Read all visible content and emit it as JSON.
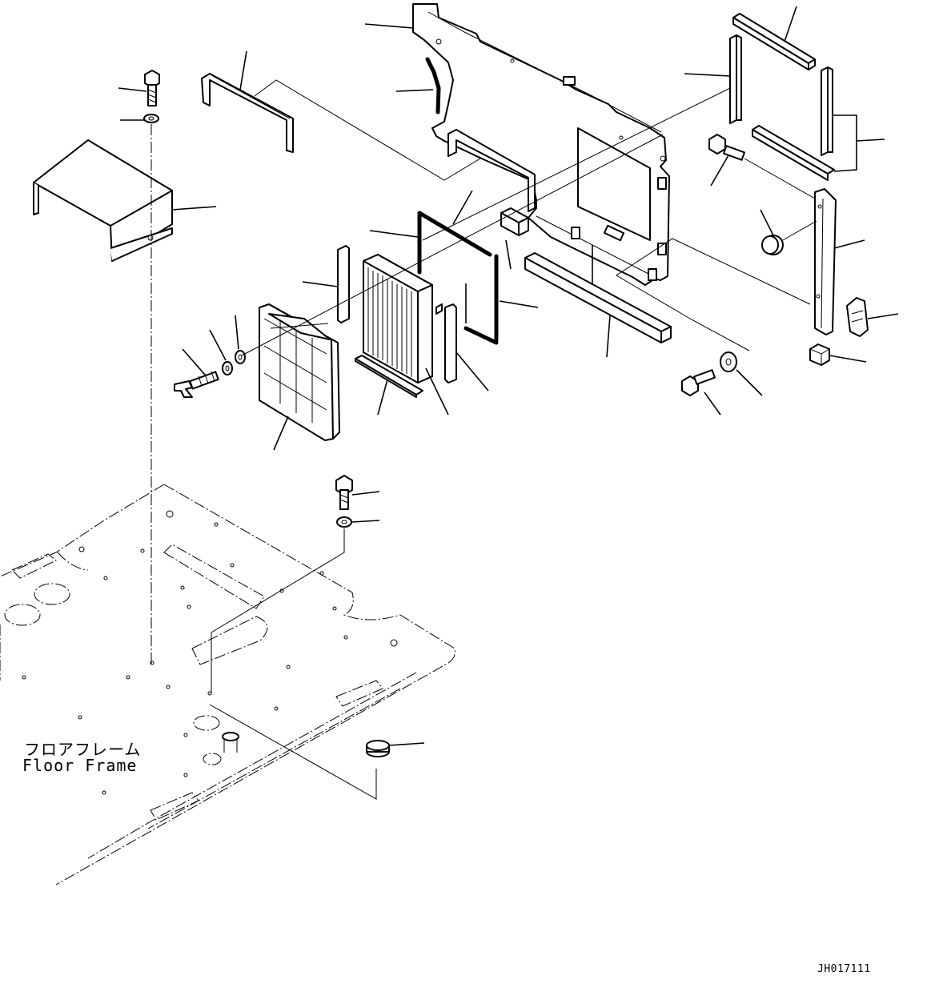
{
  "diagram": {
    "labels": {
      "floor_frame_jp": "フロアフレーム",
      "floor_frame_en": "Floor Frame"
    },
    "drawing_id": "JH017111"
  }
}
